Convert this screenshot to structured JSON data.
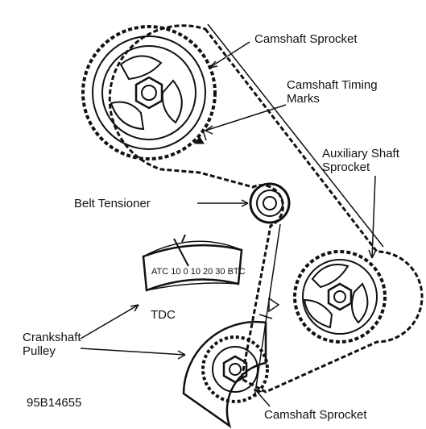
{
  "labels": {
    "camshaft_sprocket_top": "Camshaft Sprocket",
    "timing_marks_line1": "Camshaft Timing",
    "timing_marks_line2": "Marks",
    "aux_line1": "Auxiliary Shaft",
    "aux_line2": "Sprocket",
    "belt_tensioner": "Belt Tensioner",
    "tdc": "TDC",
    "crank_line1": "Crankshaft",
    "crank_line2": "Pulley",
    "figure_id": "95B14655",
    "camshaft_sprocket_bottom": "Camshaft Sprocket"
  },
  "scale_text": "ATC 10  0  10  20  30  BTC"
}
